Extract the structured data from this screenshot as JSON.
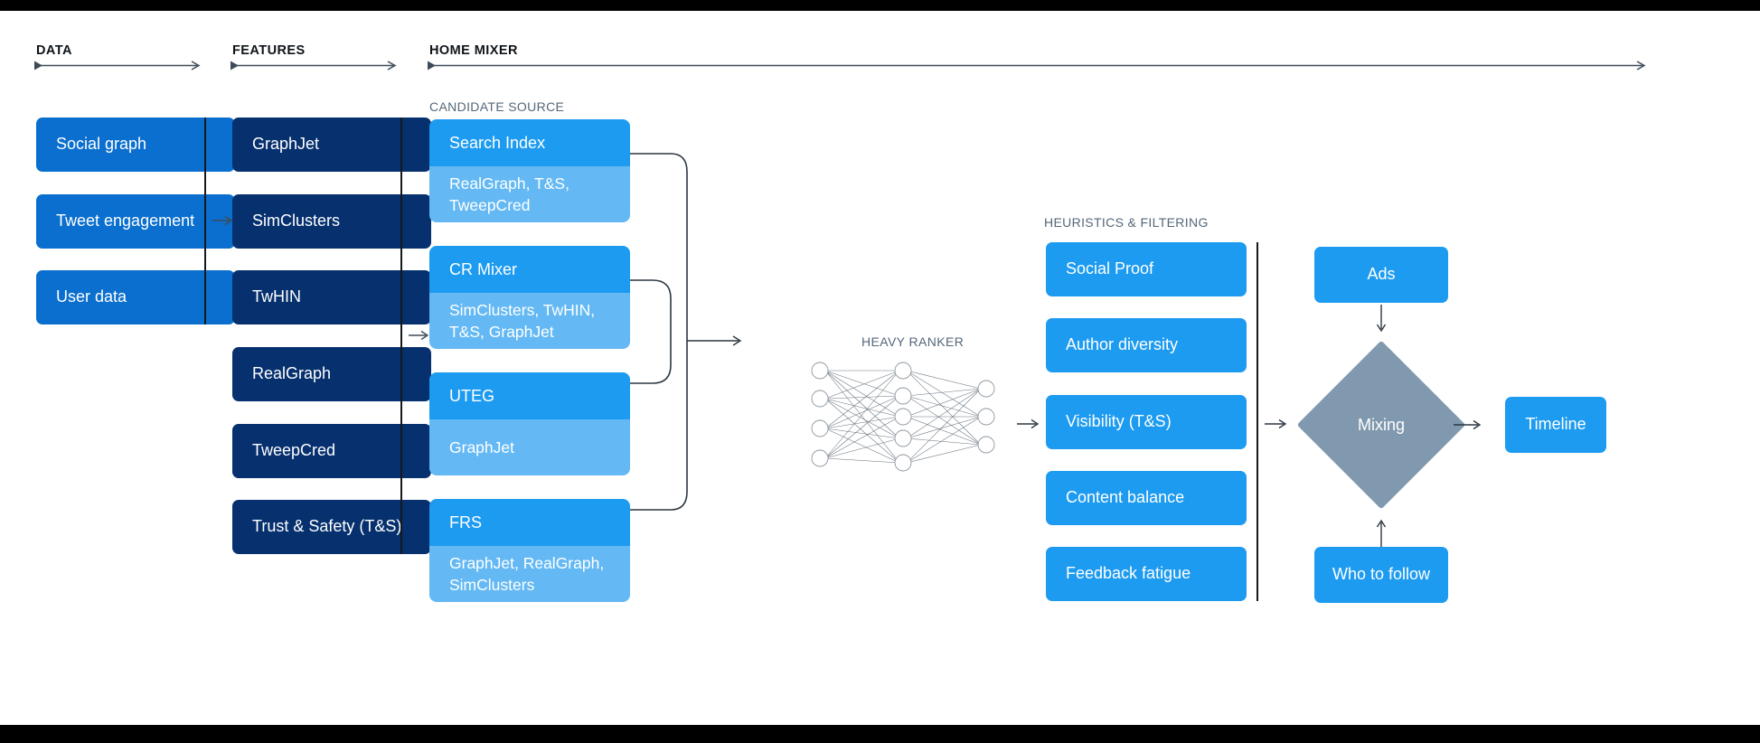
{
  "page": {
    "background": "#ffffff",
    "letterbox_color": "#000000"
  },
  "colors": {
    "blue": "#0a6fce",
    "navy": "#06306e",
    "twitter_blue": "#1d9bf0",
    "light_blue": "#64b9f4",
    "slate": "#8099ae",
    "ink": "#0f1419",
    "muted": "#54677a"
  },
  "stages": {
    "data": {
      "title": "DATA"
    },
    "features": {
      "title": "FEATURES"
    },
    "home_mixer": {
      "title": "HOME MIXER"
    }
  },
  "data_column": {
    "items": [
      {
        "label": "Social graph"
      },
      {
        "label": "Tweet engagement"
      },
      {
        "label": "User data"
      }
    ]
  },
  "features_column": {
    "items": [
      {
        "label": "GraphJet"
      },
      {
        "label": "SimClusters"
      },
      {
        "label": "TwHIN"
      },
      {
        "label": "RealGraph"
      },
      {
        "label": "TweepCred"
      },
      {
        "label": "Trust & Safety (T&S)"
      }
    ]
  },
  "candidate_source": {
    "title": "CANDIDATE SOURCE",
    "cards": [
      {
        "name": "Search Index",
        "features": "RealGraph, T&S, TweepCred"
      },
      {
        "name": "CR Mixer",
        "features": "SimClusters, TwHIN, T&S, GraphJet"
      },
      {
        "name": "UTEG",
        "features": "GraphJet"
      },
      {
        "name": "FRS",
        "features": "GraphJet, RealGraph, SimClusters"
      }
    ]
  },
  "heavy_ranker": {
    "title": "HEAVY RANKER",
    "network": {
      "input_nodes": 4,
      "hidden_nodes": 5,
      "output_nodes": 3
    }
  },
  "heuristics": {
    "title": "HEURISTICS & FILTERING",
    "items": [
      {
        "label": "Social Proof"
      },
      {
        "label": "Author diversity"
      },
      {
        "label": "Visibility (T&S)"
      },
      {
        "label": "Content balance"
      },
      {
        "label": "Feedback fatigue"
      }
    ]
  },
  "mixing": {
    "ads_label": "Ads",
    "mixing_label": "Mixing",
    "who_to_follow_label": "Who to follow",
    "timeline_label": "Timeline"
  }
}
